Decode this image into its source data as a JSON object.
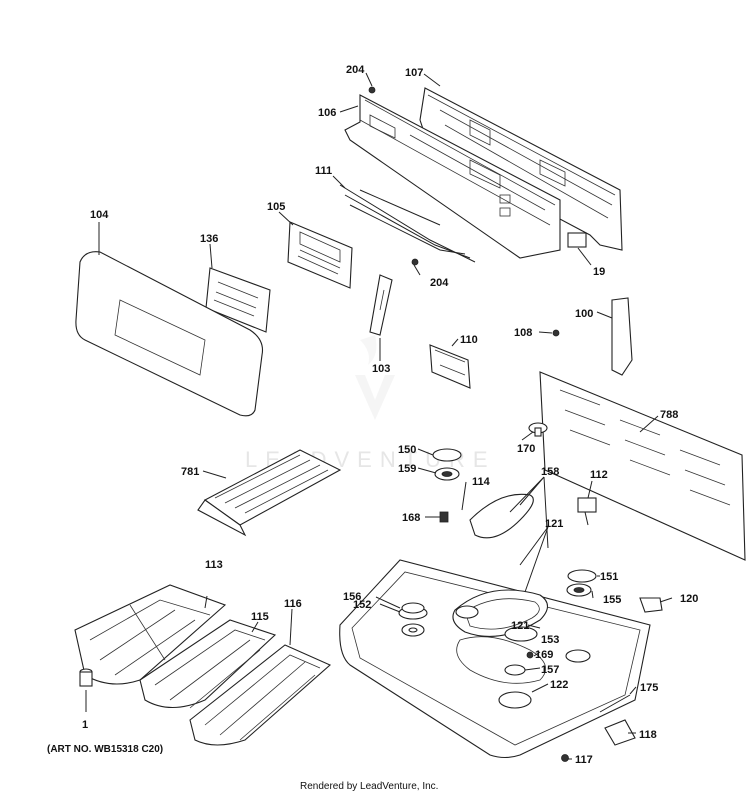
{
  "diagram": {
    "labels": {
      "p204a": "204",
      "p107": "107",
      "p106": "106",
      "p111": "111",
      "p105": "105",
      "p104": "104",
      "p136": "136",
      "p204b": "204",
      "p19": "19",
      "p100": "100",
      "p108": "108",
      "p110": "110",
      "p103": "103",
      "p788": "788",
      "p170": "170",
      "p150": "150",
      "p159": "159",
      "p781": "781",
      "p158": "158",
      "p114": "114",
      "p112": "112",
      "p168": "168",
      "p121a": "121",
      "p151": "151",
      "p152": "152",
      "p155": "155",
      "p156": "156",
      "p120": "120",
      "p113": "113",
      "p115": "115",
      "p116": "116",
      "p121b": "121",
      "p153": "153",
      "p169": "169",
      "p157": "157",
      "p122": "122",
      "p175": "175",
      "p1": "1",
      "p118": "118",
      "p117": "117"
    },
    "watermark": "LEADVENTURE",
    "art_number": "(ART NO. WB15318 C20)",
    "footer": "Rendered by LeadVenture, Inc."
  }
}
